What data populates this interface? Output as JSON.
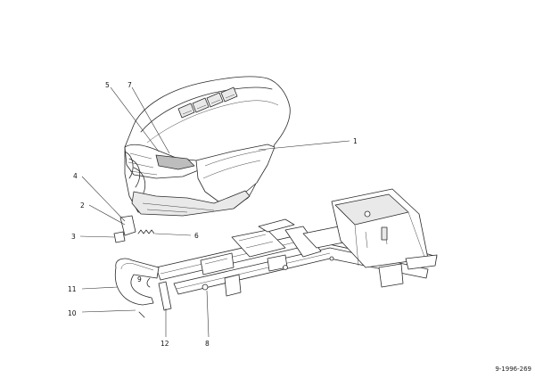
{
  "diagram": {
    "reference_code": "9-1996-269",
    "callouts": [
      {
        "id": "c1",
        "label": "1"
      },
      {
        "id": "c2",
        "label": "2"
      },
      {
        "id": "c3",
        "label": "3"
      },
      {
        "id": "c4",
        "label": "4"
      },
      {
        "id": "c5",
        "label": "5"
      },
      {
        "id": "c6",
        "label": "6"
      },
      {
        "id": "c7",
        "label": "7"
      },
      {
        "id": "c8",
        "label": "8"
      },
      {
        "id": "c10",
        "label": "10"
      },
      {
        "id": "c11",
        "label": "11"
      },
      {
        "id": "c12",
        "label": "12"
      },
      {
        "id": "c9",
        "label": "9"
      }
    ]
  }
}
